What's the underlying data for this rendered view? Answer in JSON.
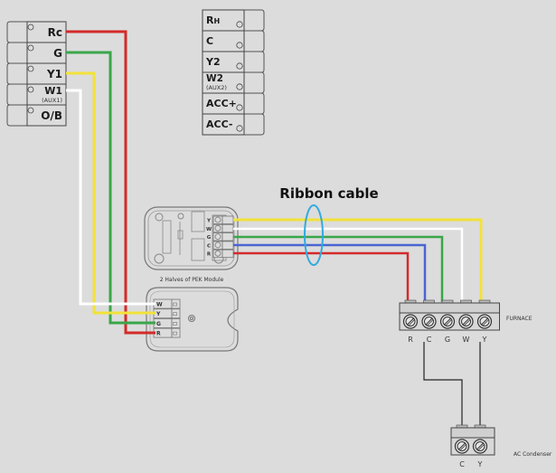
{
  "title": "Ribbon cable",
  "colors": {
    "red": "#d42a2a",
    "green": "#3aa64a",
    "yellow": "#f2e23a",
    "white": "#ffffff",
    "blue": "#4a64d0",
    "cable_ellipse": "#33aadd",
    "background": "#dcdcdc"
  },
  "thermostat_left": {
    "terminals": [
      {
        "label": "Rc",
        "sub": ""
      },
      {
        "label": "G",
        "sub": ""
      },
      {
        "label": "Y1",
        "sub": ""
      },
      {
        "label": "W1",
        "sub": "(AUX1)"
      },
      {
        "label": "O/B",
        "sub": ""
      }
    ]
  },
  "thermostat_right": {
    "terminals": [
      {
        "label": "RH",
        "sub": ""
      },
      {
        "label": "C",
        "sub": ""
      },
      {
        "label": "Y2",
        "sub": ""
      },
      {
        "label": "W2",
        "sub": "(AUX2)"
      },
      {
        "label": "ACC+",
        "sub": ""
      },
      {
        "label": "ACC-",
        "sub": ""
      }
    ]
  },
  "pek_module": {
    "caption": "2 Halves of PEK Module",
    "top_terminals": [
      "Y",
      "W",
      "G",
      "C",
      "R"
    ],
    "bottom_terminals": [
      "W",
      "Y",
      "G",
      "R"
    ]
  },
  "furnace": {
    "label": "FURNACE",
    "terminals": [
      "R",
      "C",
      "G",
      "W",
      "Y"
    ]
  },
  "condenser": {
    "label": "AC Condenser",
    "terminals": [
      "C",
      "Y"
    ]
  }
}
